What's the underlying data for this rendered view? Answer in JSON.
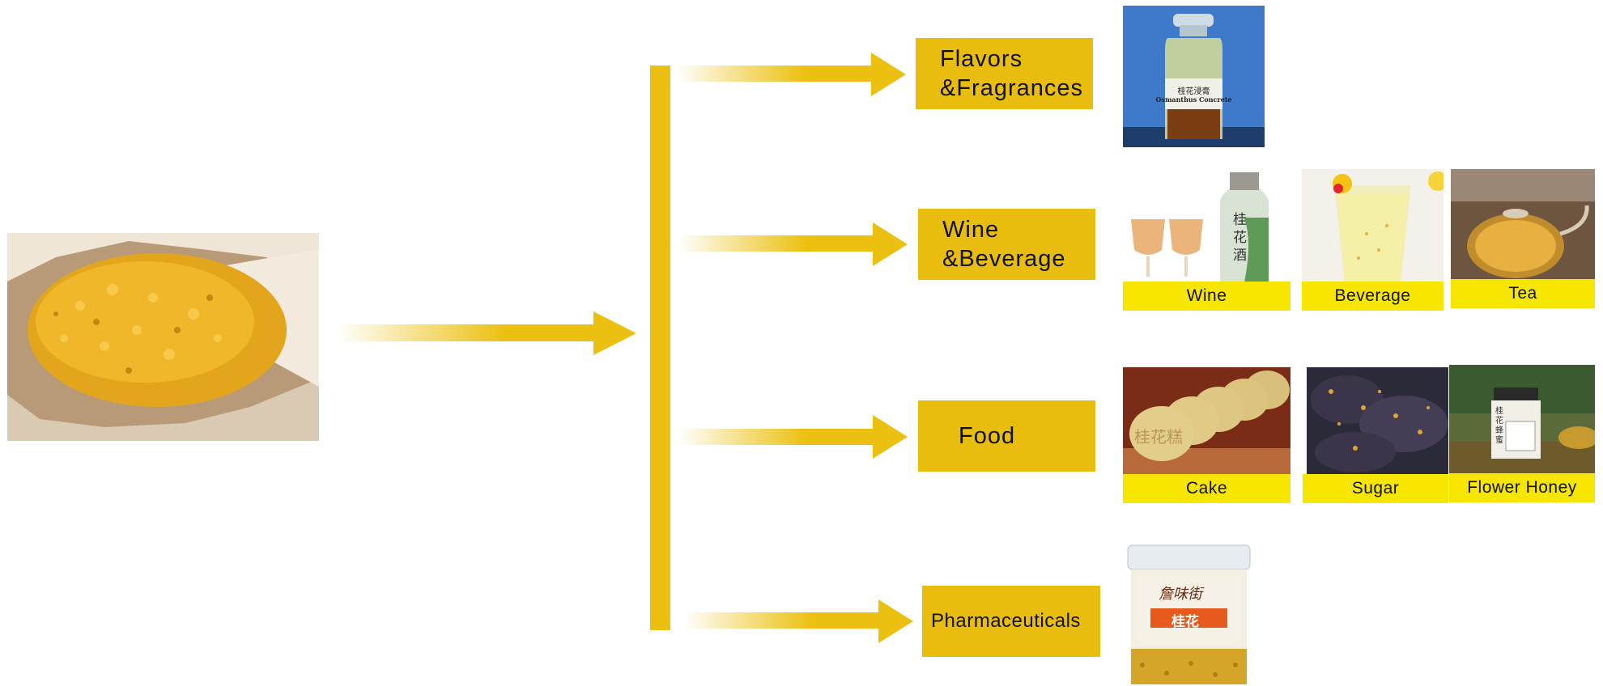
{
  "colors": {
    "accent": "#ecc010",
    "box": "#e9bd0e",
    "label_bar": "#f7e600"
  },
  "source": {
    "image": "dried-osmanthus-flowers-photo"
  },
  "categories": [
    {
      "id": "flavors",
      "line1": "Flavors",
      "line2": "&Fragrances",
      "image": "osmanthus-concrete-bottle-photo",
      "bottle_text1": "桂花浸膏",
      "bottle_text2": "Osmanthus Concrete"
    },
    {
      "id": "wine",
      "line1": "Wine",
      "line2": "&Beverage"
    },
    {
      "id": "food",
      "line1": "Food"
    },
    {
      "id": "pharma",
      "line1": "Pharmaceuticals",
      "image": "osmanthus-jar-product-photo",
      "jar_brand": "詹味街",
      "jar_name": "桂花"
    }
  ],
  "products": {
    "wine": "Wine",
    "beverage": "Beverage",
    "tea": "Tea",
    "cake": "Cake",
    "sugar": "Sugar",
    "flower_honey": "Flower Honey"
  },
  "photo_text": {
    "wine_bottle": "桂花酒",
    "cake_stamp": "桂花糕",
    "honey_jar": "桂花蜂蜜"
  }
}
